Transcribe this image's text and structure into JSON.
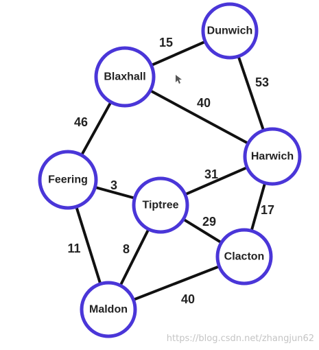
{
  "graph": {
    "nodes": [
      {
        "id": "dunwich",
        "label": "Dunwich"
      },
      {
        "id": "blaxhall",
        "label": "Blaxhall"
      },
      {
        "id": "harwich",
        "label": "Harwich"
      },
      {
        "id": "feering",
        "label": "Feering"
      },
      {
        "id": "tiptree",
        "label": "Tiptree"
      },
      {
        "id": "clacton",
        "label": "Clacton"
      },
      {
        "id": "maldon",
        "label": "Maldon"
      }
    ],
    "edges": [
      {
        "from": "blaxhall",
        "to": "dunwich",
        "weight": "15"
      },
      {
        "from": "dunwich",
        "to": "harwich",
        "weight": "53"
      },
      {
        "from": "blaxhall",
        "to": "harwich",
        "weight": "40"
      },
      {
        "from": "blaxhall",
        "to": "feering",
        "weight": "46"
      },
      {
        "from": "feering",
        "to": "tiptree",
        "weight": "3"
      },
      {
        "from": "tiptree",
        "to": "harwich",
        "weight": "31"
      },
      {
        "from": "harwich",
        "to": "clacton",
        "weight": "17"
      },
      {
        "from": "tiptree",
        "to": "clacton",
        "weight": "29"
      },
      {
        "from": "feering",
        "to": "maldon",
        "weight": "11"
      },
      {
        "from": "tiptree",
        "to": "maldon",
        "weight": "8"
      },
      {
        "from": "maldon",
        "to": "clacton",
        "weight": "40"
      }
    ],
    "colors": {
      "node_stroke": "#4a36d8",
      "edge": "#111111"
    }
  },
  "watermark": "https://blog.csdn.net/zhangjun62",
  "cursor_icon": "mouse-pointer-icon"
}
